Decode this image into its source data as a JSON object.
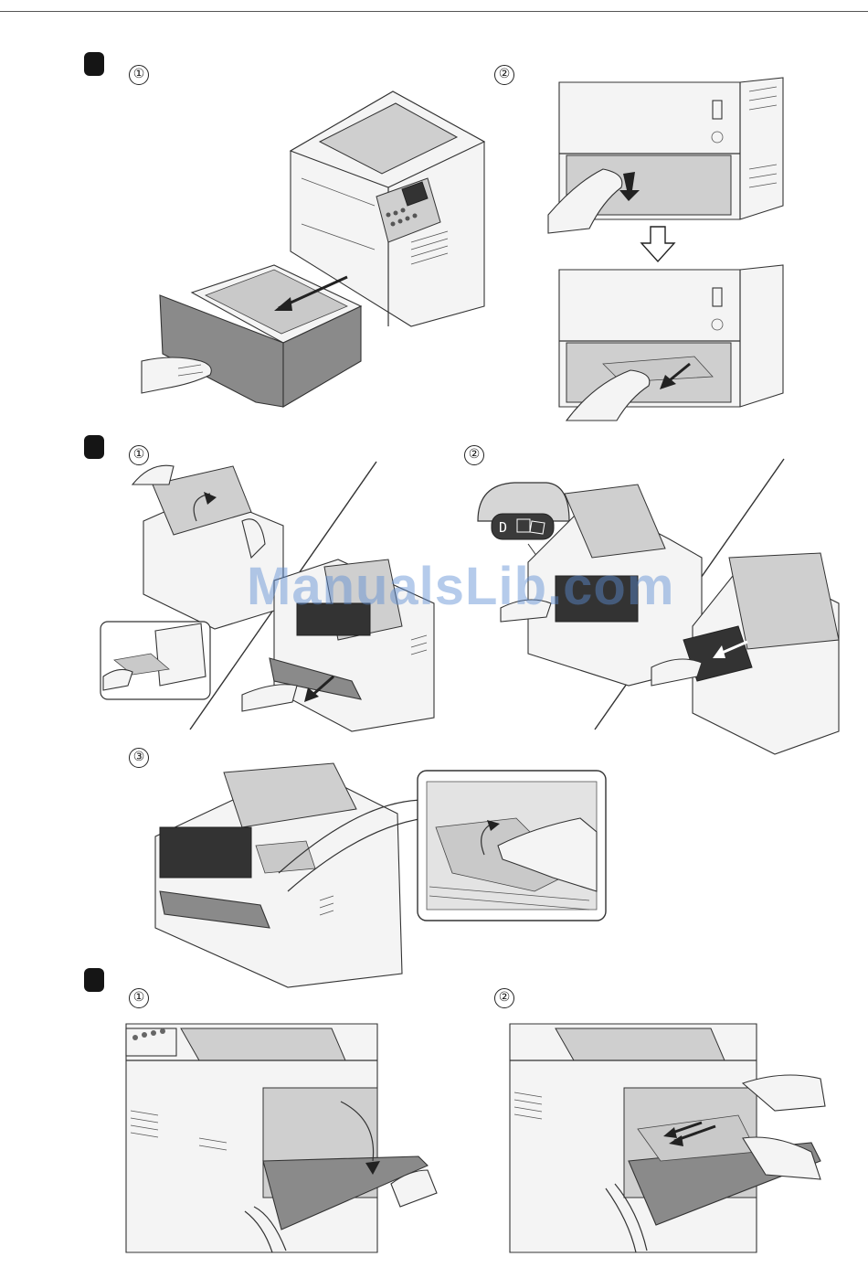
{
  "watermark": "ManualsLib.com",
  "sections": [
    {
      "steps": [
        "①",
        "②"
      ]
    },
    {
      "steps": [
        "①",
        "②",
        "③"
      ]
    },
    {
      "steps": [
        "①",
        "②"
      ]
    }
  ],
  "panel_label": "D",
  "icons": [
    "paper-jam-icon",
    "hand-icon",
    "arrow-icon",
    "down-arrow-icon"
  ]
}
